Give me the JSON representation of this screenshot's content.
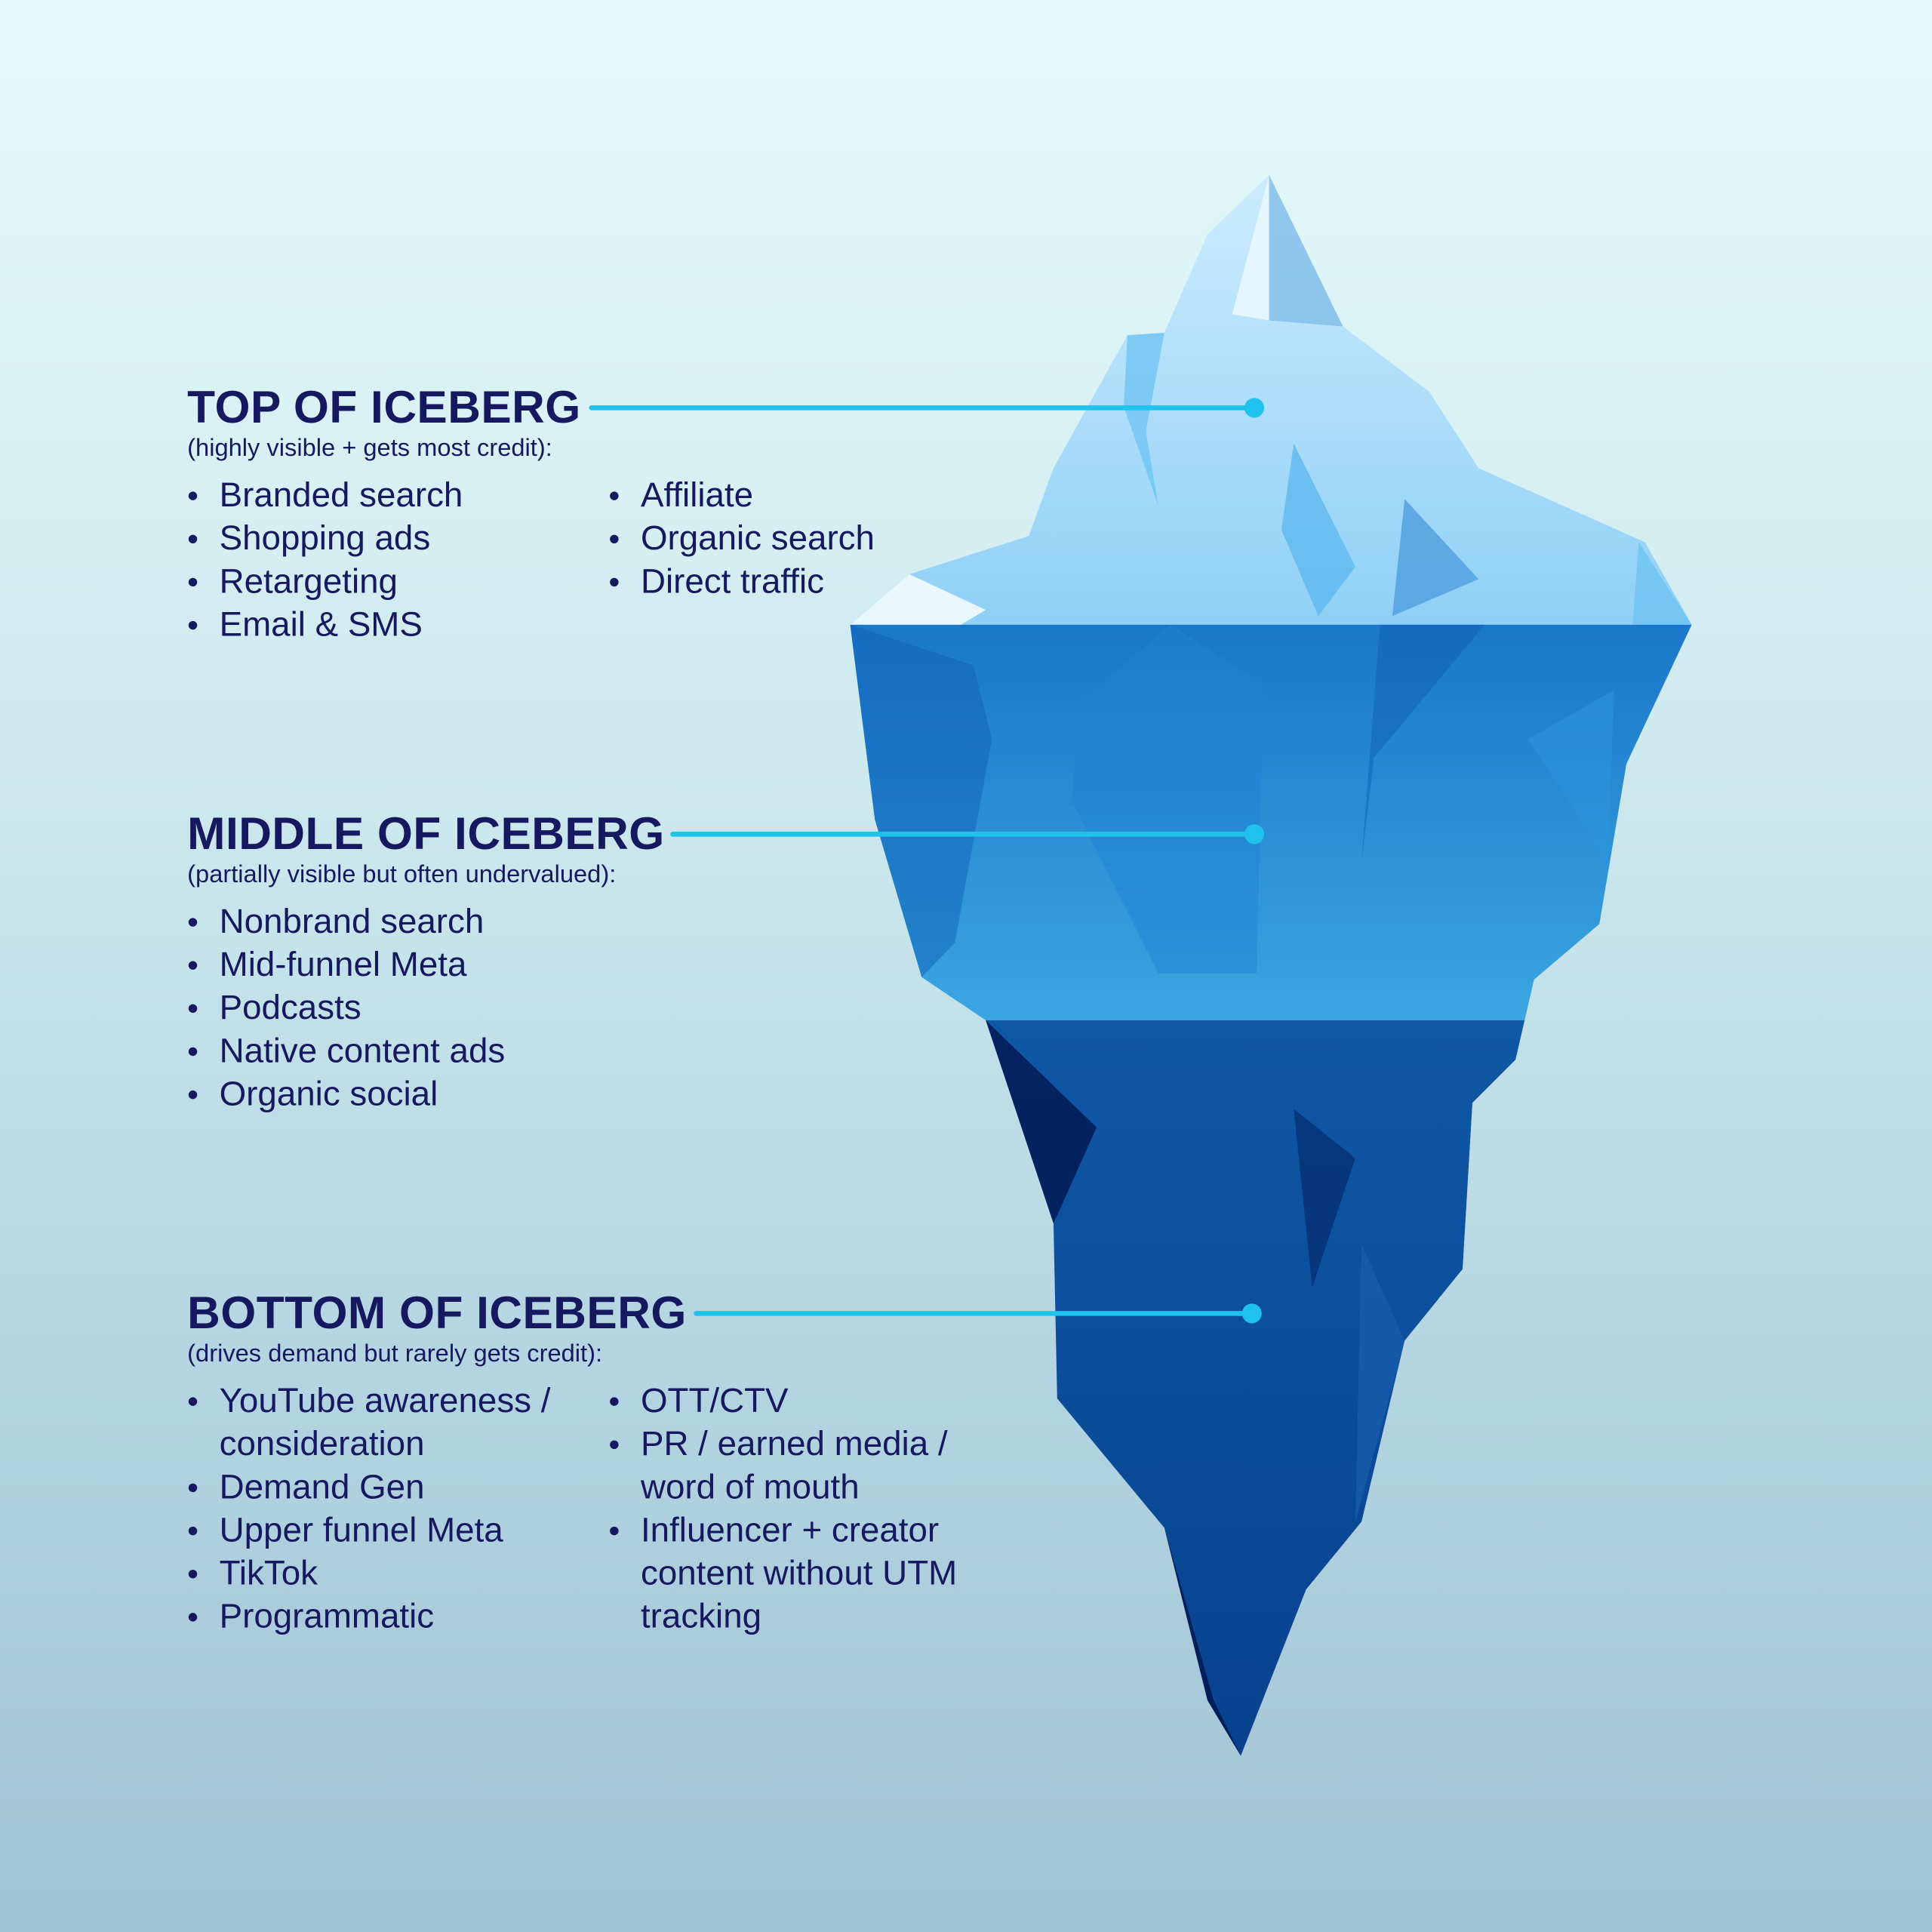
{
  "top": {
    "title": "TOP OF ICEBERG",
    "subtitle": "(highly visible + gets most credit):",
    "col1": [
      "Branded search",
      "Shopping ads",
      "Retargeting",
      "Email & SMS"
    ],
    "col2": [
      "Affiliate",
      "Organic search",
      "Direct traffic"
    ]
  },
  "middle": {
    "title": "MIDDLE OF ICEBERG",
    "subtitle": "(partially visible but often undervalued):",
    "col1": [
      "Nonbrand search",
      "Mid-funnel Meta",
      "Podcasts",
      "Native content ads",
      "Organic social"
    ]
  },
  "bottom": {
    "title": "BOTTOM OF ICEBERG",
    "subtitle": "(drives demand but rarely gets credit):",
    "col1": [
      "YouTube awareness / consideration",
      "Demand Gen",
      "Upper funnel Meta",
      "TikTok",
      "Programmatic"
    ],
    "col2": [
      "OTT/CTV",
      "PR / earned media / word of mouth",
      "Influencer + creator content without UTM tracking"
    ]
  },
  "colors": {
    "text": "#16195f",
    "connector": "#1ec2ec",
    "ice_top": "#a9dcf7",
    "ice_middle": "#2b8fd6",
    "ice_bottom": "#0b4c9c"
  }
}
